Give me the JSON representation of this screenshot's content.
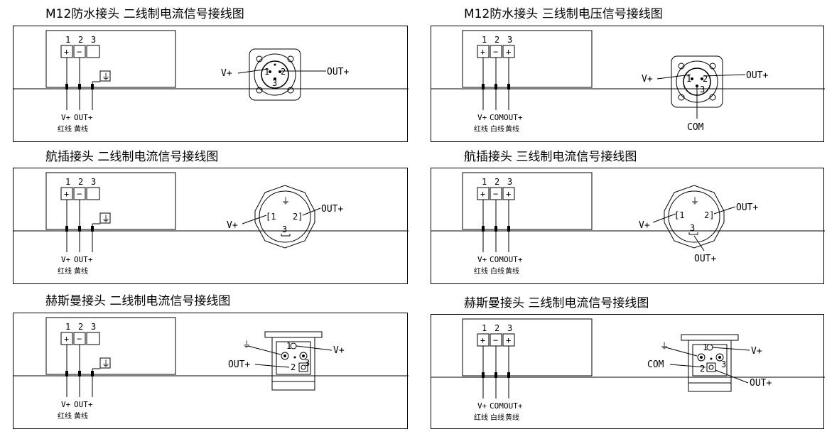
{
  "titles": {
    "p1": "M12防水接头 二线制电流信号接线图",
    "p2": "M12防水接头 三线制电压信号接线图",
    "p3": "航插接头 二线制电流信号接线图",
    "p4": "航插接头 三线制电流信号接线图",
    "p5": "赫斯曼接头 二线制电流信号接线图",
    "p6": "赫斯曼接头 三线制电流信号接线图"
  },
  "terminal": {
    "n1": "1",
    "n2": "2",
    "n3": "3",
    "plus": "+",
    "minus": "−"
  },
  "wires": {
    "vplus": "V+",
    "com": "COM",
    "out": "OUT+",
    "red": "红线",
    "white": "白线",
    "yellow": "黄线"
  },
  "connector": {
    "vplus": "V+",
    "out": "OUT+",
    "com": "COM",
    "pin1": "1",
    "pin2": "2",
    "pin3": "3",
    "apin1": "[1",
    "apin2": "2]"
  }
}
